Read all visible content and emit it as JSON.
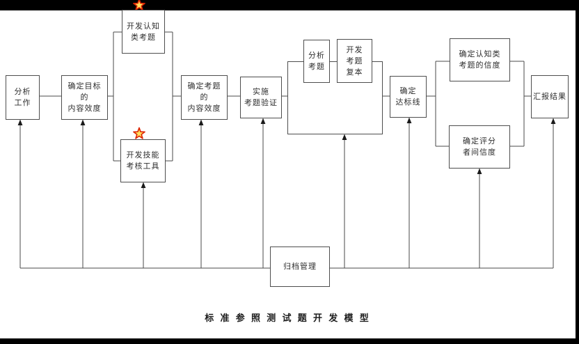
{
  "page": {
    "caption": "标 准 参 照 测 试 题 开 发 模 型"
  },
  "colors": {
    "background": "#ffffff",
    "border_bar": "#000000",
    "box_border": "#4d4d4d",
    "connector_line": "#4a4a4a",
    "arrowhead": "#1a1a1a",
    "star_stroke": "#dd2200",
    "star_fill": "#ffdf5e"
  },
  "icons": {
    "star_top": "star-icon",
    "star_bottom": "star-icon"
  },
  "nodes": {
    "analyze_work": {
      "label": "分析\n工作"
    },
    "target_content_validity": {
      "label": "确定目标\n的\n内容效度"
    },
    "develop_cognitive_items": {
      "label": "开发认知\n类考题"
    },
    "develop_skill_tools": {
      "label": "开发技能\n考核工具"
    },
    "item_content_validity": {
      "label": "确定考题\n的\n内容效度"
    },
    "implement_verification": {
      "label": "实施\n考题验证"
    },
    "analyze_items": {
      "label": "分析\n考题"
    },
    "develop_item_copies": {
      "label": "开发\n考题\n复本"
    },
    "set_cut_score": {
      "label": "确定\n达标线"
    },
    "cognitive_reliability": {
      "label": "确定认知类\n考题的信度"
    },
    "interrater_reliability": {
      "label": "确定评分\n者间信度"
    },
    "report_results": {
      "label": "汇报结果"
    },
    "archive_management": {
      "label": "归档管理"
    }
  }
}
